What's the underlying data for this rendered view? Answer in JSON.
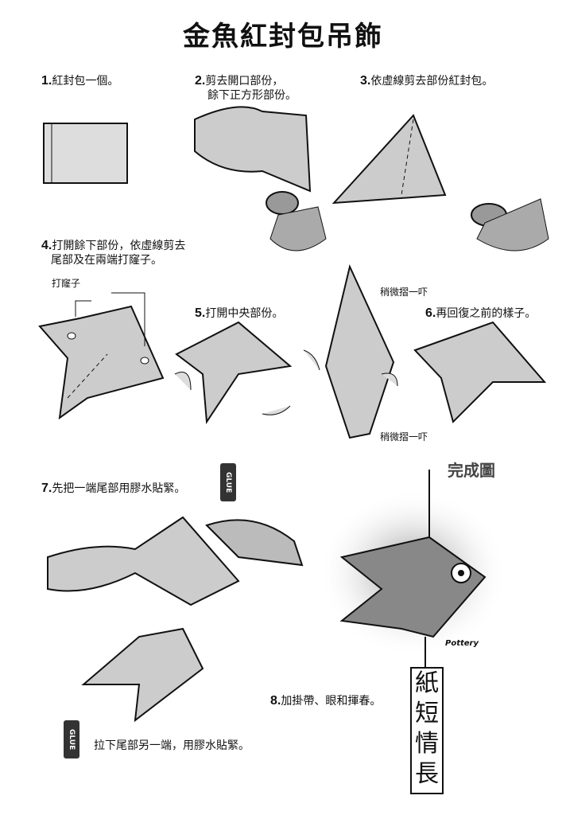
{
  "title": "金魚紅封包吊飾",
  "steps": [
    {
      "num": "1.",
      "text": "紅封包一個。"
    },
    {
      "num": "2.",
      "text": "剪去開口部份，",
      "text2": "餘下正方形部份。"
    },
    {
      "num": "3.",
      "text": "依虛線剪去部份紅封包。"
    },
    {
      "num": "4.",
      "text": "打開餘下部份，依虛線剪去",
      "text2": "尾部及在兩端打窿子。"
    },
    {
      "num": "5.",
      "text": "打開中央部份。"
    },
    {
      "num": "6.",
      "text": "再回復之前的樣子。"
    },
    {
      "num": "7.",
      "text": "先把一端尾部用膠水貼緊。"
    },
    {
      "num": "8.",
      "text": "加掛帶、眼和揮春。"
    }
  ],
  "labels": {
    "punch": "打窿子",
    "fold_top": "稍微摺一吓",
    "fold_bottom": "稍微摺一吓",
    "finished": "完成圖",
    "glue_other": "拉下尾部另一端，用膠水貼緊。",
    "glue": "GLUE",
    "signature": "Pottery"
  },
  "tag_chars": [
    "紙",
    "短",
    "情",
    "長"
  ]
}
